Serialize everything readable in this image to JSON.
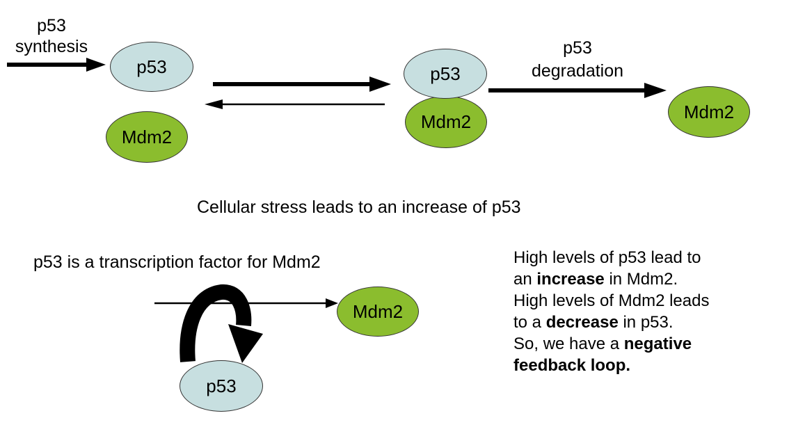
{
  "top": {
    "synthesis_label_line1": "p53",
    "synthesis_label_line2": "synthesis",
    "free_p53_label": "p53",
    "free_mdm2_label": "Mdm2",
    "complex_p53_label": "p53",
    "complex_mdm2_label": "Mdm2",
    "degradation_label_line1": "p53",
    "degradation_label_line2": "degradation",
    "released_mdm2_label": "Mdm2"
  },
  "stress_caption": "Cellular stress leads to an increase of p53",
  "bottom": {
    "title": "p53 is a transcription factor for Mdm2",
    "target_mdm2_label": "Mdm2",
    "factor_p53_label": "p53"
  },
  "explanation": {
    "line1": "High levels of p53 lead to",
    "line2_pre": "an ",
    "line2_bold": "increase",
    "line2_post": " in Mdm2.",
    "line3": "High levels of Mdm2 leads",
    "line4_pre": "to a ",
    "line4_bold": "decrease",
    "line4_post": " in p53.",
    "line5_pre": "So, we have a ",
    "line5_bold": "negative",
    "line6_bold": "feedback loop."
  },
  "colors": {
    "p53_fill": "#c7dfe0",
    "mdm2_fill": "#8bbd2e",
    "arrow": "#000000"
  }
}
